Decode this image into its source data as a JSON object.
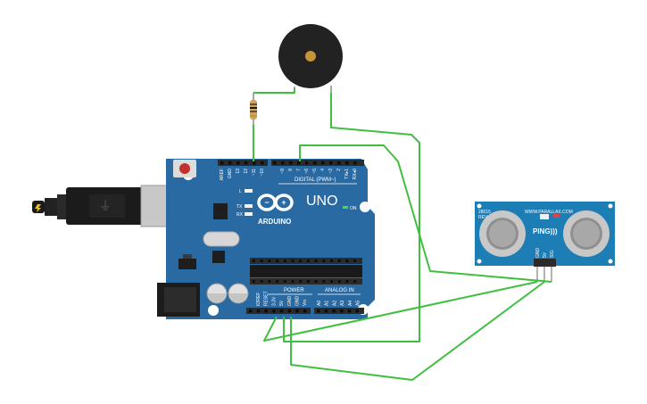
{
  "arduino": {
    "brand": "ARDUINO",
    "model": "UNO",
    "on_label": "ON",
    "digital_header": "DIGITAL (PWM~)",
    "power_header": "POWER",
    "analog_header": "ANALOG IN",
    "led_labels": [
      "L",
      "TX",
      "RX"
    ],
    "digital_pins": [
      "AREF",
      "GND",
      "13",
      "12",
      "~11",
      "~10",
      "~9",
      "8",
      "7",
      "~6",
      "~5",
      "4",
      "~3",
      "2",
      "TX▸1",
      "RX◂0"
    ],
    "power_pins": [
      "IOREF",
      "RESET",
      "3.3V",
      "5V",
      "GND",
      "GND",
      "Vin"
    ],
    "analog_pins": [
      "A0",
      "A1",
      "A2",
      "A3",
      "A4",
      "A5"
    ]
  },
  "sensor": {
    "part_number": "28015",
    "revision": "REV C",
    "website": "WWW.PARALLAX.COM",
    "brand": "PING)))",
    "pins": [
      "GND",
      "5V",
      "SIG"
    ]
  },
  "colors": {
    "board": "#2a6aa3",
    "sensor_board": "#1d7db5",
    "wire": "#3fbf3f",
    "header": "#2b2b2b",
    "buzzer": "#222222"
  }
}
